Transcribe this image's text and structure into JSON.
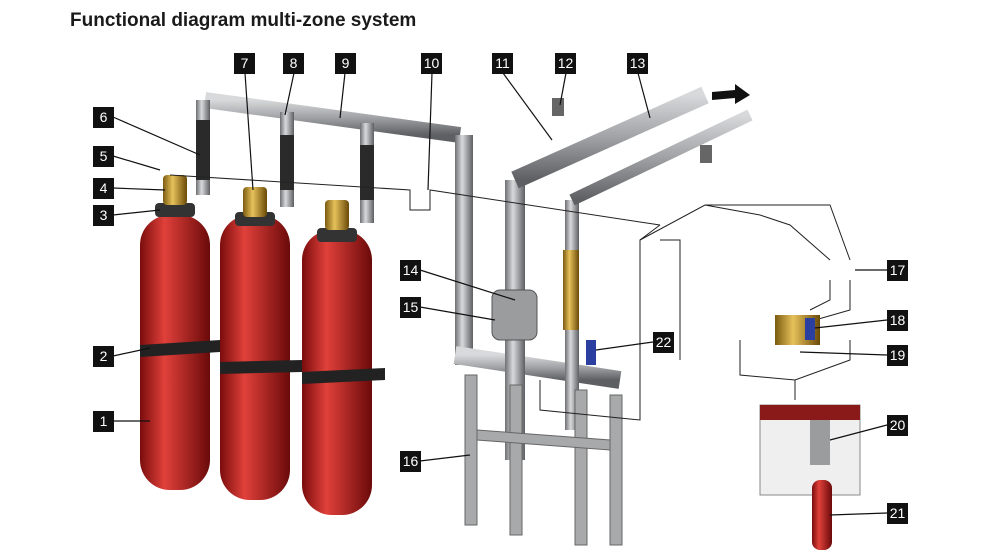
{
  "title": "Functional diagram multi-zone system",
  "labels": [
    "1",
    "2",
    "3",
    "4",
    "5",
    "6",
    "7",
    "8",
    "9",
    "10",
    "11",
    "12",
    "13",
    "14",
    "15",
    "16",
    "17",
    "18",
    "19",
    "20",
    "21",
    "22"
  ],
  "colors": {
    "cylinder": "#c21f1f",
    "pipe": "#a9abad",
    "brass": "#c8a030",
    "label_bg": "#111111"
  }
}
